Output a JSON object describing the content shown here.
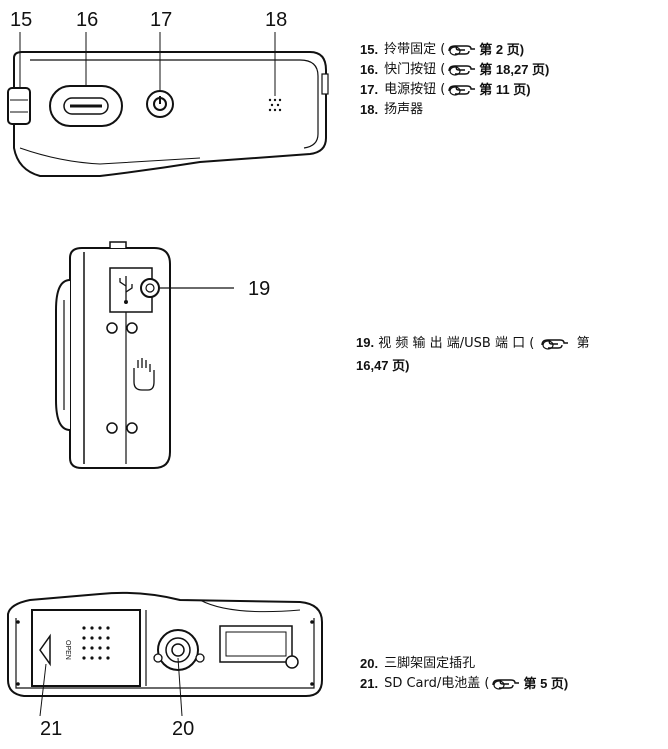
{
  "callouts": {
    "n15": "15",
    "n16": "16",
    "n17": "17",
    "n18": "18",
    "n19": "19",
    "n20": "20",
    "n21": "21"
  },
  "top_legend": [
    {
      "no": "15.",
      "text": "拎带固定 (",
      "ref": "第 2 页)",
      "icon": "hand-pointer-icon"
    },
    {
      "no": "16.",
      "text": "快门按钮 (",
      "ref": "第 18,27 页)",
      "icon": "hand-pointer-icon"
    },
    {
      "no": "17.",
      "text": "电源按钮 (",
      "ref": "第 11 页)",
      "icon": "hand-pointer-icon"
    },
    {
      "no": "18.",
      "text": "扬声器",
      "ref": "",
      "icon": ""
    }
  ],
  "mid_legend": {
    "line1_no": "19.",
    "line1_text": "视 频 输 出 端/USB  端 口 (",
    "line1_ref": "第",
    "line2": "16,47 页)"
  },
  "bottom_legend": [
    {
      "no": "20.",
      "text": "三脚架固定插孔",
      "ref": ""
    },
    {
      "no": "21.",
      "text": "SD Card/电池盖 (",
      "ref": "第 5 页)"
    }
  ]
}
